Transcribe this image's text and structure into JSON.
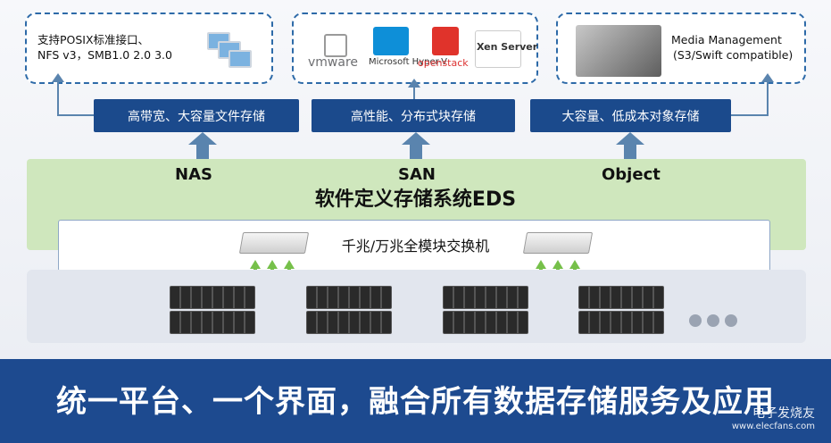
{
  "top_boxes": {
    "nas_line1": "支持POSIX标准接口、",
    "nas_line2": "NFS v3，SMB1.0 2.0 3.0",
    "san_logos": [
      "vmware",
      "Microsoft Hyper-V",
      "openstack",
      "Xen Server"
    ],
    "object_line1": "Media Management",
    "object_line2": "(S3/Swift compatible)"
  },
  "blue_labels": {
    "nas": "高带宽、大容量文件存储",
    "san": "高性能、分布式块存储",
    "object": "大容量、低成本对象存储"
  },
  "protocols": {
    "nas": "NAS",
    "san": "SAN",
    "object": "Object"
  },
  "eds_title": "软件定义存储系统EDS",
  "switch_label": "千兆/万兆全模块交换机",
  "banner_text": "统一平台、一个界面，融合所有数据存储服务及应用",
  "watermark": {
    "main": "电子发烧友",
    "sub": "www.elecfans.com"
  },
  "colors": {
    "navy": "#1b4a8c",
    "green": "#cfe7bd",
    "arrow_green": "#76c04a",
    "dash_blue": "#2d6aa8"
  }
}
